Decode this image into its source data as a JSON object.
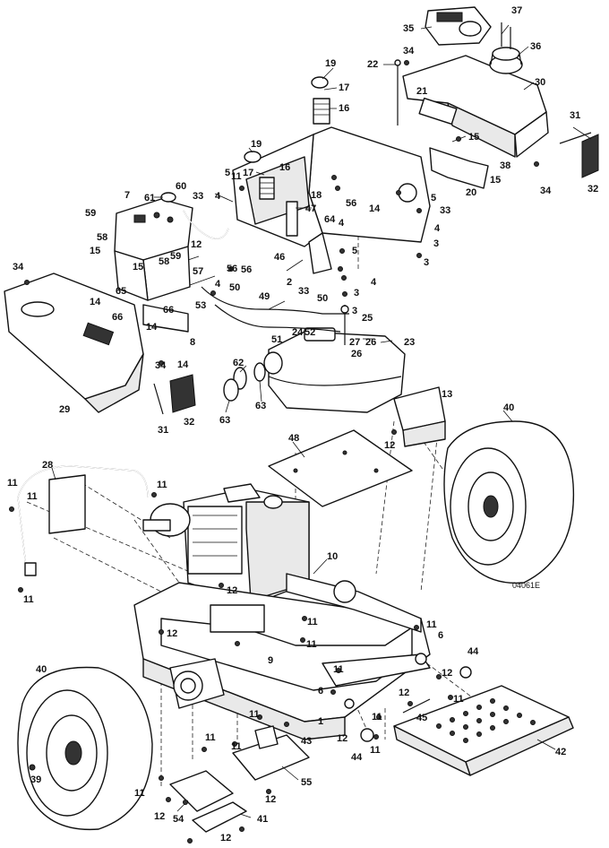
{
  "figure_code": "04061E",
  "callouts": [
    {
      "id": "c19a",
      "text": "19"
    },
    {
      "id": "c17a",
      "text": "17"
    },
    {
      "id": "c16a",
      "text": "16"
    },
    {
      "id": "c22",
      "text": "22"
    },
    {
      "id": "c34a",
      "text": "34"
    },
    {
      "id": "c35",
      "text": "35"
    },
    {
      "id": "c37",
      "text": "37"
    },
    {
      "id": "c36",
      "text": "36"
    },
    {
      "id": "c30",
      "text": "30"
    },
    {
      "id": "c21",
      "text": "21"
    },
    {
      "id": "c15a",
      "text": "15"
    },
    {
      "id": "c38",
      "text": "38"
    },
    {
      "id": "c15b",
      "text": "15"
    },
    {
      "id": "c31a",
      "text": "31"
    },
    {
      "id": "c32a",
      "text": "32"
    },
    {
      "id": "c20",
      "text": "20"
    },
    {
      "id": "c34b",
      "text": "34"
    },
    {
      "id": "c19b",
      "text": "19"
    },
    {
      "id": "c17b",
      "text": "17"
    },
    {
      "id": "c16b",
      "text": "16"
    },
    {
      "id": "c5a",
      "text": "5"
    },
    {
      "id": "c11a",
      "text": "11"
    },
    {
      "id": "c18",
      "text": "18"
    },
    {
      "id": "c56a",
      "text": "56"
    },
    {
      "id": "c14a",
      "text": "14"
    },
    {
      "id": "c5b",
      "text": "5"
    },
    {
      "id": "c33a",
      "text": "33"
    },
    {
      "id": "c4a",
      "text": "4"
    },
    {
      "id": "c3a",
      "text": "3"
    },
    {
      "id": "c33b",
      "text": "33"
    },
    {
      "id": "c4b",
      "text": "4"
    },
    {
      "id": "c60",
      "text": "60"
    },
    {
      "id": "c61",
      "text": "61"
    },
    {
      "id": "c7",
      "text": "7"
    },
    {
      "id": "c47",
      "text": "47"
    },
    {
      "id": "c64",
      "text": "64"
    },
    {
      "id": "c4c",
      "text": "4"
    },
    {
      "id": "c59a",
      "text": "59"
    },
    {
      "id": "c12a",
      "text": "12"
    },
    {
      "id": "c58a",
      "text": "58"
    },
    {
      "id": "c15c",
      "text": "15"
    },
    {
      "id": "c59b",
      "text": "59"
    },
    {
      "id": "c56b",
      "text": "56"
    },
    {
      "id": "c46",
      "text": "46"
    },
    {
      "id": "c5c",
      "text": "5"
    },
    {
      "id": "c3b",
      "text": "3"
    },
    {
      "id": "c58b",
      "text": "58"
    },
    {
      "id": "c15d",
      "text": "15"
    },
    {
      "id": "c57",
      "text": "57"
    },
    {
      "id": "c56c",
      "text": "56"
    },
    {
      "id": "c2",
      "text": "2"
    },
    {
      "id": "c4d",
      "text": "4"
    },
    {
      "id": "c34c",
      "text": "34"
    },
    {
      "id": "c65",
      "text": "65"
    },
    {
      "id": "c4e",
      "text": "4"
    },
    {
      "id": "c50a",
      "text": "50"
    },
    {
      "id": "c33c",
      "text": "33"
    },
    {
      "id": "c3c",
      "text": "3"
    },
    {
      "id": "c14b",
      "text": "14"
    },
    {
      "id": "c66a",
      "text": "66"
    },
    {
      "id": "c66b",
      "text": "66"
    },
    {
      "id": "c53",
      "text": "53"
    },
    {
      "id": "c49",
      "text": "49"
    },
    {
      "id": "c50b",
      "text": "50"
    },
    {
      "id": "c14c",
      "text": "14"
    },
    {
      "id": "c8",
      "text": "8"
    },
    {
      "id": "c3d",
      "text": "3"
    },
    {
      "id": "c25",
      "text": "25"
    },
    {
      "id": "c51",
      "text": "51"
    },
    {
      "id": "c52",
      "text": "52"
    },
    {
      "id": "c23",
      "text": "23"
    },
    {
      "id": "c24",
      "text": "24"
    },
    {
      "id": "c27",
      "text": "27"
    },
    {
      "id": "c26a",
      "text": "26"
    },
    {
      "id": "c26b",
      "text": "26"
    },
    {
      "id": "c34d",
      "text": "34"
    },
    {
      "id": "c14d",
      "text": "14"
    },
    {
      "id": "c62",
      "text": "62"
    },
    {
      "id": "c29",
      "text": "29"
    },
    {
      "id": "c32b",
      "text": "32"
    },
    {
      "id": "c31b",
      "text": "31"
    },
    {
      "id": "c63a",
      "text": "63"
    },
    {
      "id": "c63b",
      "text": "63"
    },
    {
      "id": "c13",
      "text": "13"
    },
    {
      "id": "c40a",
      "text": "40"
    },
    {
      "id": "c12b",
      "text": "12"
    },
    {
      "id": "c48",
      "text": "48"
    },
    {
      "id": "c28",
      "text": "28"
    },
    {
      "id": "c11b",
      "text": "11"
    },
    {
      "id": "c11c",
      "text": "11"
    },
    {
      "id": "c11d",
      "text": "11"
    },
    {
      "id": "c10",
      "text": "10"
    },
    {
      "id": "c12c",
      "text": "12"
    },
    {
      "id": "c11e",
      "text": "11"
    },
    {
      "id": "c12d",
      "text": "12"
    },
    {
      "id": "c11f",
      "text": "11"
    },
    {
      "id": "c11g",
      "text": "11"
    },
    {
      "id": "c6a",
      "text": "6"
    },
    {
      "id": "c11h",
      "text": "11"
    },
    {
      "id": "c9",
      "text": "9"
    },
    {
      "id": "c44a",
      "text": "44"
    },
    {
      "id": "c40b",
      "text": "40"
    },
    {
      "id": "c6b",
      "text": "6"
    },
    {
      "id": "c12e",
      "text": "12"
    },
    {
      "id": "c11i",
      "text": "11"
    },
    {
      "id": "c12f",
      "text": "12"
    },
    {
      "id": "c11j",
      "text": "11"
    },
    {
      "id": "c45",
      "text": "45"
    },
    {
      "id": "c11k",
      "text": "11"
    },
    {
      "id": "c43",
      "text": "43"
    },
    {
      "id": "c1",
      "text": "1"
    },
    {
      "id": "c11l",
      "text": "11"
    },
    {
      "id": "c12g",
      "text": "12"
    },
    {
      "id": "c11m",
      "text": "11"
    },
    {
      "id": "c44b",
      "text": "44"
    },
    {
      "id": "c11n",
      "text": "11"
    },
    {
      "id": "c42",
      "text": "42"
    },
    {
      "id": "c11o",
      "text": "11"
    },
    {
      "id": "c55",
      "text": "55"
    },
    {
      "id": "c39",
      "text": "39"
    },
    {
      "id": "c11p",
      "text": "11"
    },
    {
      "id": "c12h",
      "text": "12"
    },
    {
      "id": "c12i",
      "text": "12"
    },
    {
      "id": "c54",
      "text": "54"
    },
    {
      "id": "c41",
      "text": "41"
    },
    {
      "id": "c12j",
      "text": "12"
    }
  ]
}
